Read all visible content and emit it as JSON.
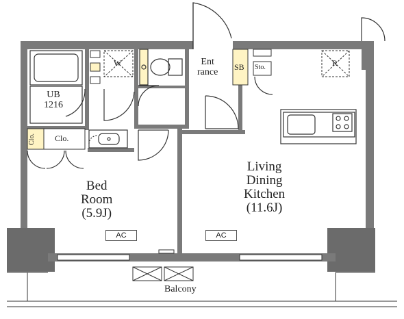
{
  "rooms": {
    "bathroom": {
      "line1": "UB",
      "line2": "1216"
    },
    "washer": {
      "label": "W"
    },
    "entrance": {
      "line1": "Ent",
      "line2": "rance"
    },
    "shoe_box": {
      "label": "SB"
    },
    "storage": {
      "label": "Sto."
    },
    "fridge": {
      "label": "R"
    },
    "closet_small": {
      "label": "Clo."
    },
    "closet": {
      "label": "Clo."
    },
    "bedroom": {
      "line1": "Bed",
      "line2": "Room",
      "line3": "(5.9J)"
    },
    "ldk": {
      "line1": "Living",
      "line2": "Dining",
      "line3": "Kitchen",
      "line4": "(11.6J)"
    },
    "balcony": {
      "label": "Balcony"
    }
  },
  "ac_units": {
    "bedroom": "AC",
    "ldk": "AC"
  },
  "colors": {
    "wall": "#7a7a7a",
    "wall_dark": "#6b6b6b",
    "storage_fill": "#fff4c4",
    "line": "#333333"
  }
}
